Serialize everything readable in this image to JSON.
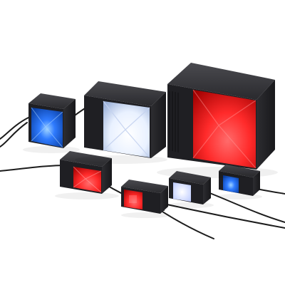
{
  "image": {
    "subject": "product-photo",
    "background_color": "#ffffff",
    "housing_color": "#2b2b2e",
    "cable_color": "#1c1c1c",
    "lights": [
      {
        "id": "light-blue-medium",
        "glow_color": "#2f7bff"
      },
      {
        "id": "light-white-large",
        "glow_color": "#e9f1ff"
      },
      {
        "id": "light-red-xlarge",
        "glow_color": "#ff2a2a"
      },
      {
        "id": "light-red-small",
        "glow_color": "#ff3b3b"
      },
      {
        "id": "light-red-mini",
        "glow_color": "#ff3d3d"
      },
      {
        "id": "light-white-mini",
        "glow_color": "#f3f8ff"
      },
      {
        "id": "light-blue-mini",
        "glow_color": "#3b86ff"
      }
    ]
  }
}
